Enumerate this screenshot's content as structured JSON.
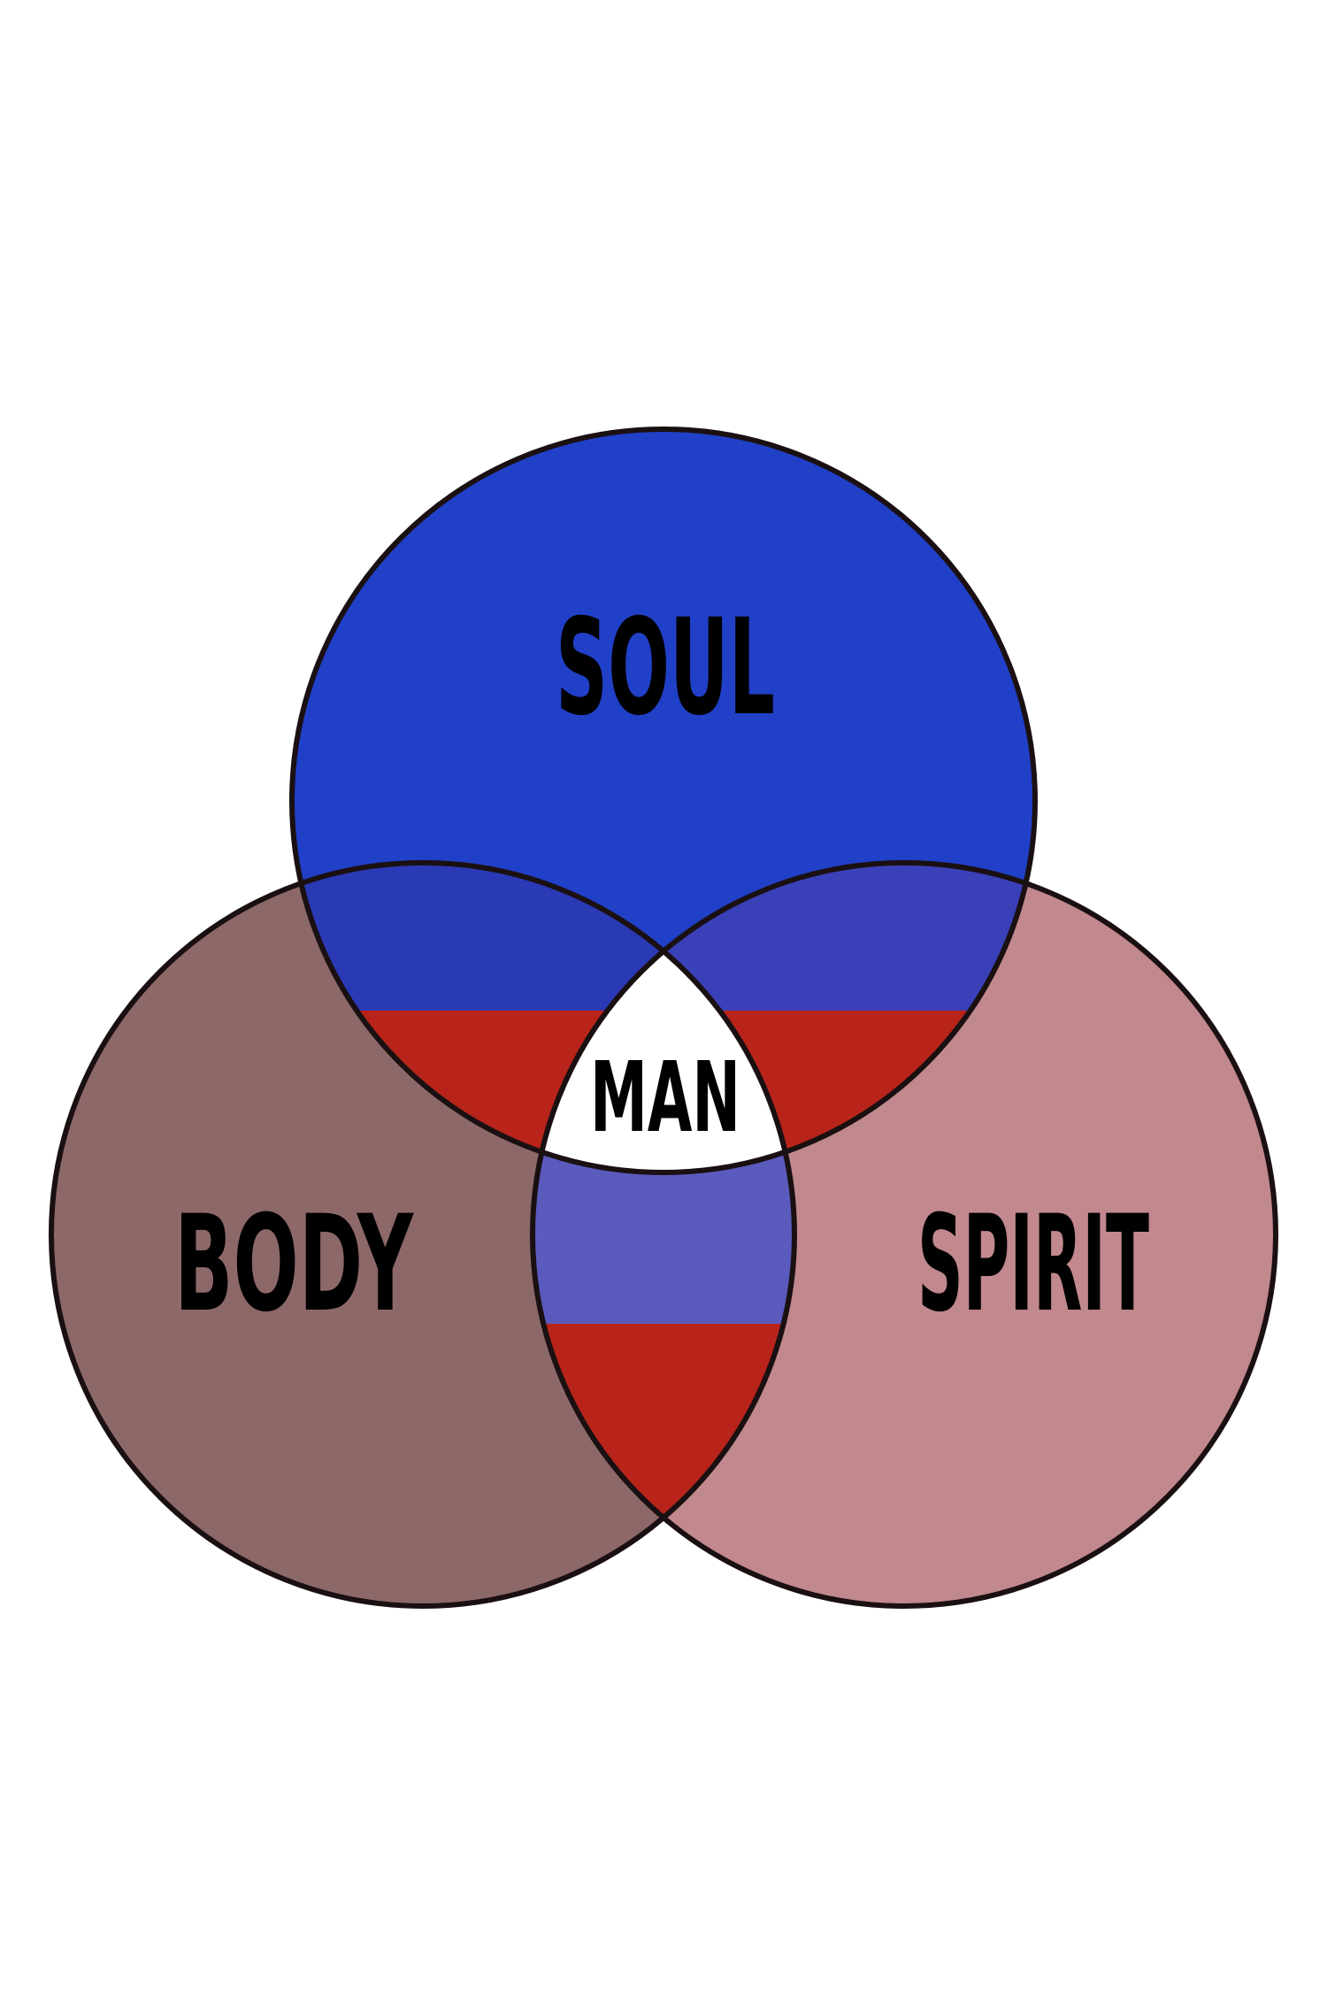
{
  "diagram": {
    "type": "venn",
    "sets": [
      {
        "id": "soul",
        "label": "SOUL",
        "color": "#2140c8"
      },
      {
        "id": "body",
        "label": "BODY",
        "color": "#8d6869"
      },
      {
        "id": "spirit",
        "label": "SPIRIT",
        "color": "#c1888d"
      }
    ],
    "center": {
      "label": "MAN",
      "color": "#ffffff"
    },
    "colors": {
      "overlap_upper": "#2a39b4",
      "overlap_upper_right": "#3a40b8",
      "overlap_lower": "#5a5bbd",
      "band_red": "#b8241a",
      "outline": "#1a1012",
      "background": "#ffffff"
    }
  }
}
